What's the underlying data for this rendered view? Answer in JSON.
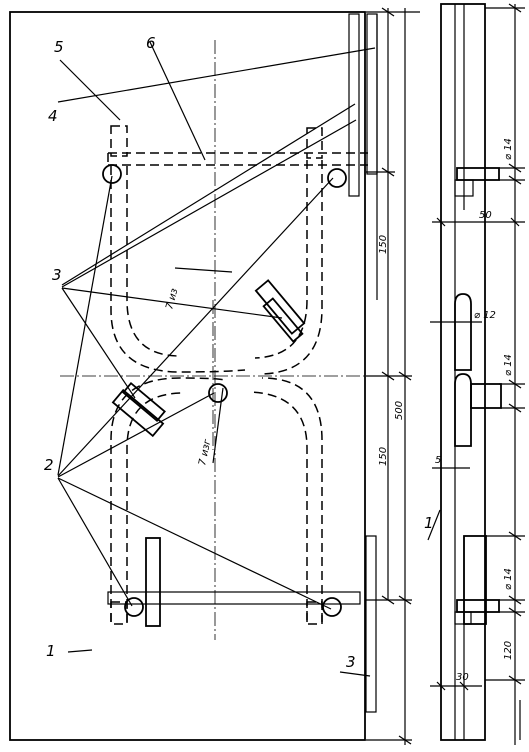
{
  "labels": {
    "callout_1": "1",
    "callout_2": "2",
    "callout_3": "3",
    "callout_3b": "3",
    "callout_4": "4",
    "callout_5": "5",
    "callout_6": "6",
    "callout_1a": "1"
  },
  "dimensions": {
    "d150_top": "150",
    "d500": "500",
    "d150_bot": "150",
    "dia14_top": "⌀ 14",
    "d50": "50",
    "dia12": "⌀ 12",
    "dia14_mid": "⌀ 14",
    "d5": "5",
    "dia14_bot": "⌀ 14",
    "d120": "120",
    "d30": "30",
    "radius_top": "7 из",
    "radius_bot": "7 изг"
  }
}
